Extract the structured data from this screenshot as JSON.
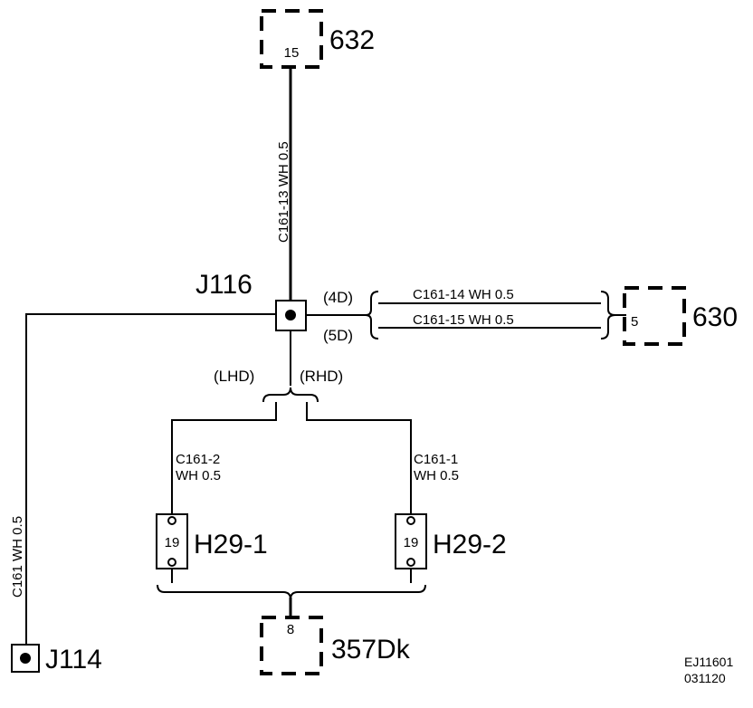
{
  "components": {
    "c632": {
      "label": "632",
      "pin": "15"
    },
    "c630": {
      "label": "630",
      "pin": "5"
    },
    "c357": {
      "label": "357Dk",
      "pin": "8"
    },
    "h29_1": {
      "label": "H29-1",
      "pin": "19"
    },
    "h29_2": {
      "label": "H29-2",
      "pin": "19"
    }
  },
  "junctions": {
    "j116": "J116",
    "j114": "J114"
  },
  "wires": {
    "c161_13": "C161-13   WH   0.5",
    "c161_14": "C161-14   WH    0.5",
    "c161_15": "C161-15   WH    0.5",
    "c161_2_id": "C161-2",
    "c161_2_spec": "WH   0.5",
    "c161_1_id": "C161-1",
    "c161_1_spec": "WH   0.5",
    "c161": "C161   WH   0.5"
  },
  "variants": {
    "v4d": "(4D)",
    "v5d": "(5D)",
    "lhd": "(LHD)",
    "rhd": "(RHD)"
  },
  "reference": {
    "code": "EJ11601",
    "date": "031120"
  }
}
